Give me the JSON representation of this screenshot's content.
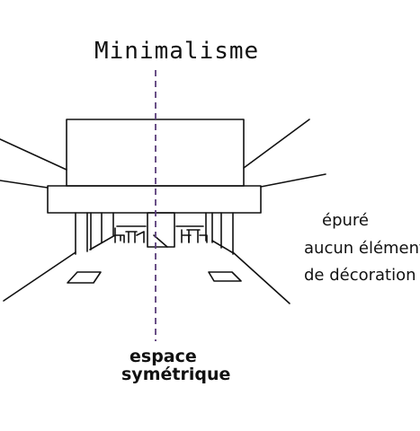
{
  "title": "Minimalisme",
  "annotations": {
    "right": [
      "épuré",
      "aucun élément",
      "de décoration"
    ],
    "bottom": [
      "espace",
      "symétrique"
    ]
  },
  "colors": {
    "ink": "#111111",
    "axis": "#5a3e7a",
    "background": "#ffffff"
  }
}
